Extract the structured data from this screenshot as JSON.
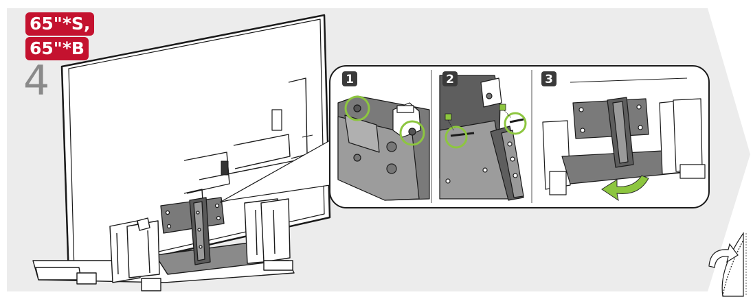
{
  "model_badge": {
    "line1": "65\"*S,",
    "line2": "65\"*B"
  },
  "step_number": "4",
  "detail_panels": [
    {
      "number": "1"
    },
    {
      "number": "2"
    },
    {
      "number": "3"
    }
  ],
  "colors": {
    "badge_red": "#c4122f",
    "highlight_green": "#8dc63f",
    "background_gray": "#ececec",
    "stand_gray": "#7d7d7d"
  },
  "icons": [
    "page-curl-icon",
    "rotate-arrow-icon"
  ]
}
